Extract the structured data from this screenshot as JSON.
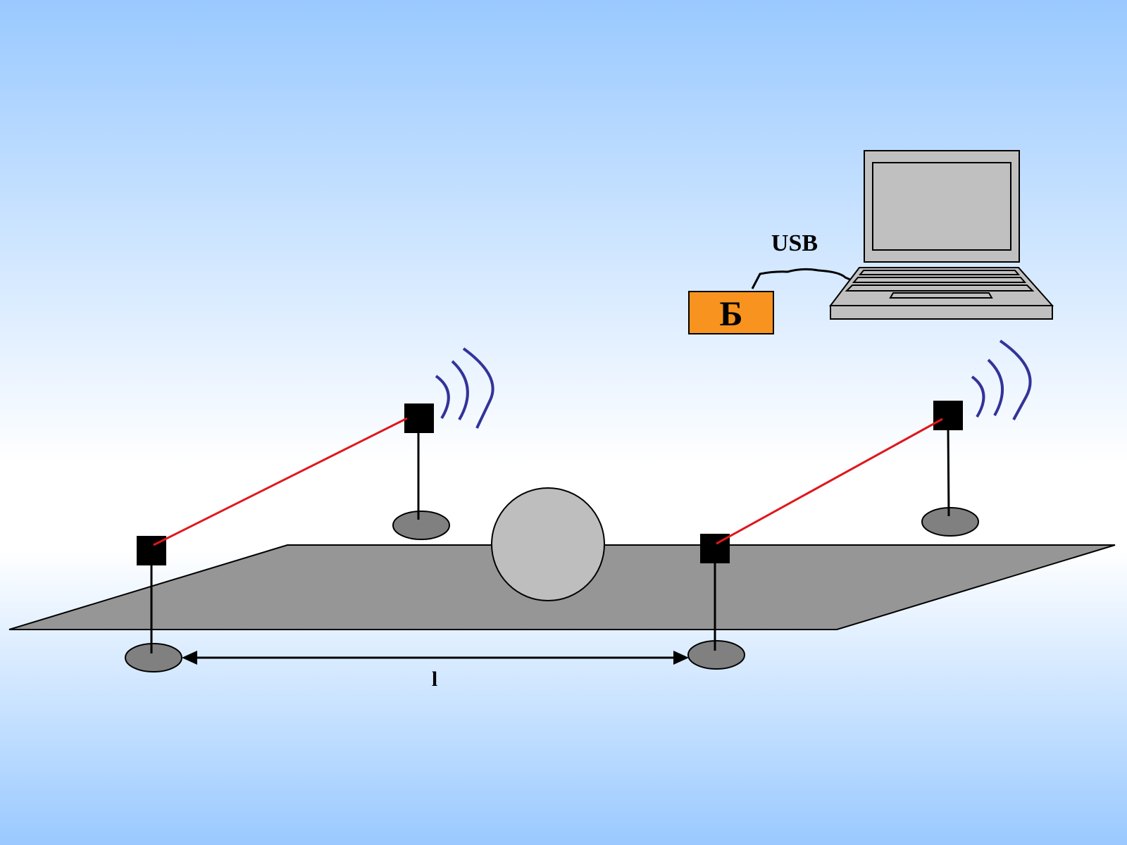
{
  "labels": {
    "usb": "USB",
    "block": "Б",
    "distance": "l"
  },
  "colors": {
    "background_edge": "#99c9ff",
    "background_center": "#ffffff",
    "platform": "#969696",
    "wheel": "#bebebe",
    "sensor": "#000000",
    "base": "#808080",
    "laser_beam": "#e0161c",
    "radio_waves": "#333399",
    "block": "#f7931e",
    "laptop": "#c0c0c0"
  },
  "icons": {
    "sensor": "sensor-square-icon",
    "radio": "radio-waves-icon",
    "computer": "laptop-icon"
  }
}
